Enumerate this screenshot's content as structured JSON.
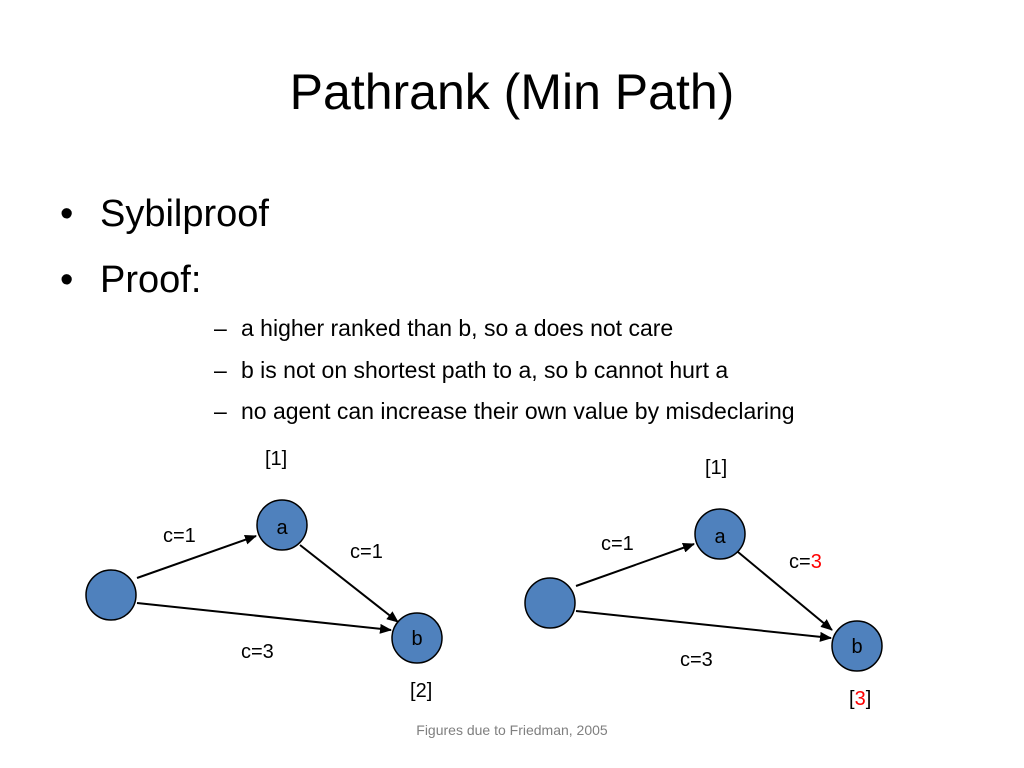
{
  "slide": {
    "title": "Pathrank (Min Path)",
    "bullets": [
      "Sybilproof",
      "Proof:"
    ],
    "bullet_symbol": "•",
    "sub_symbol": "–",
    "sub_bullets": [
      "a higher ranked than b, so a does not care",
      "b is not on shortest path to a, so b cannot hurt a",
      "no agent can increase their own value by misdeclaring"
    ],
    "footer": "Figures due to Friedman, 2005"
  },
  "colors": {
    "node_fill": "#4f81bd",
    "node_stroke": "#000000",
    "highlight": "#ff0000",
    "footer_text": "#7f7f7f"
  },
  "graphs": [
    {
      "node_a": "a",
      "node_b": "b",
      "edge_src_a": "c=1",
      "edge_a_b_prefix": "c=",
      "edge_a_b_value": "1",
      "edge_src_b": "c=3",
      "rank_a": "[1]",
      "rank_b_open": "[",
      "rank_b_value": "2",
      "rank_b_close": "]",
      "highlighted": false
    },
    {
      "node_a": "a",
      "node_b": "b",
      "edge_src_a": "c=1",
      "edge_a_b_prefix": "c=",
      "edge_a_b_value": "3",
      "edge_src_b": "c=3",
      "rank_a": "[1]",
      "rank_b_open": "[",
      "rank_b_value": "3",
      "rank_b_close": "]",
      "highlighted": true
    }
  ]
}
